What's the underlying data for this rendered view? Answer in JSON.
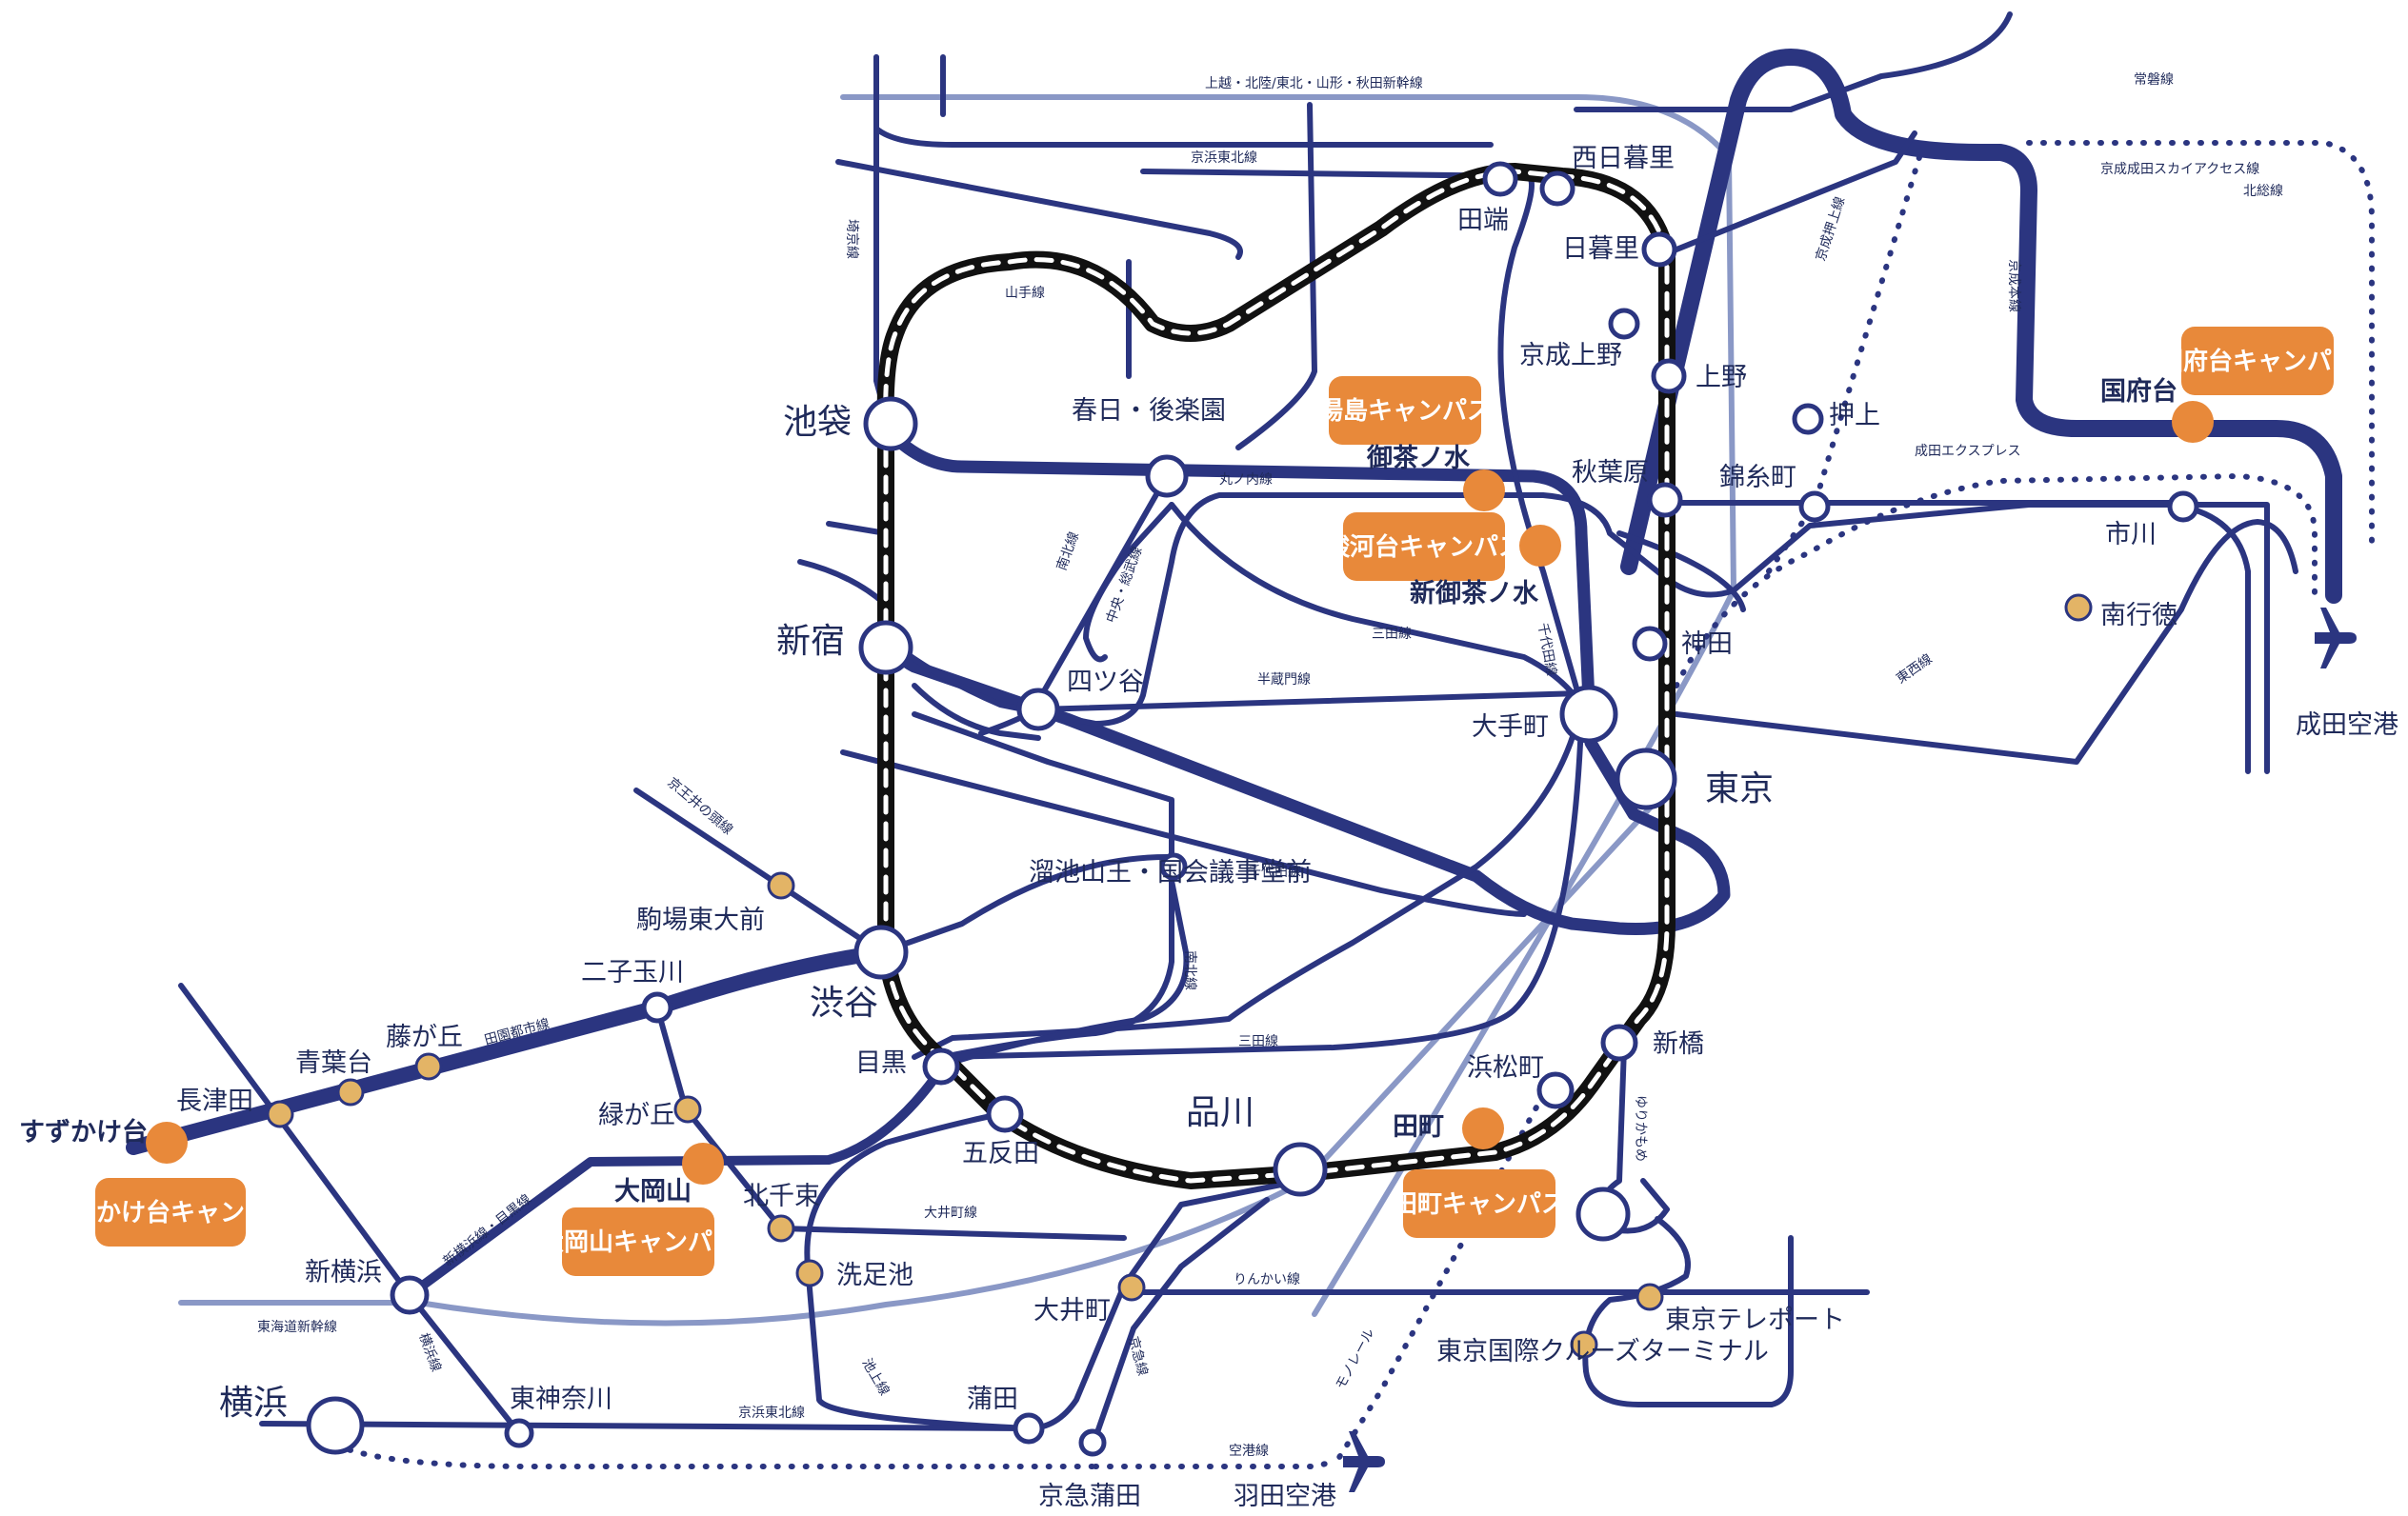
{
  "title": "",
  "colors": {
    "line": "#2b3580",
    "line_light": "#8a98c6",
    "yamanote": "#111111",
    "campus": "#e8893a",
    "keikyu_station": "#e3b466"
  },
  "stations": {
    "ikebukuro": "池袋",
    "shinjuku": "新宿",
    "shibuya": "渋谷",
    "shinagawa": "品川",
    "yokohama": "横浜",
    "tokyo": "東京",
    "nishi_nippori": "西日暮里",
    "tabata": "田端",
    "nippori": "日暮里",
    "keisei_ueno": "京成上野",
    "ueno": "上野",
    "kasuga": "春日・後楽園",
    "ochanomizu": "御茶ノ水",
    "shin_ochanomizu": "新御茶ノ水",
    "akihabara": "秋葉原",
    "kinshicho": "錦糸町",
    "oshiage": "押上",
    "kanda": "神田",
    "otemachi": "大手町",
    "yotsuya": "四ツ谷",
    "tameike": "溜池山王・国会議事堂前",
    "komaba": "駒場東大前",
    "futako": "二子玉川",
    "fujigaoka": "藤が丘",
    "aobadai": "青葉台",
    "nagatsuta": "長津田",
    "suzukakedai": "すずかけ台",
    "midorigaoka": "緑が丘",
    "ookayama": "大岡山",
    "meguro": "目黒",
    "gotanda": "五反田",
    "kitasenzoku": "北千束",
    "senzokuike": "洗足池",
    "oimachi": "大井町",
    "kamata": "蒲田",
    "keikyu_kamata": "京急蒲田",
    "shin_yokohama": "新横浜",
    "higashi_kanagawa": "東神奈川",
    "hamamatsucho": "浜松町",
    "shimbashi": "新橋",
    "tamachi": "田町",
    "ichikawa": "市川",
    "konodai": "国府台",
    "gyotoku": "南行徳",
    "teleport": "東京テレポート",
    "cruise": "東京国際クルーズターミナル",
    "narita": "成田空港",
    "haneda": "羽田空港"
  },
  "campuses": {
    "yushima": "湯島キャンパス",
    "surugadai": "駿河台キャンパス",
    "konodai": "国府台キャンパス",
    "tamachi": "田町キャンパス",
    "ookayama": "大岡山キャンパス",
    "suzukakedai": "すずかけ台キャンパス"
  },
  "lines": {
    "shinkansen_north": "上越・北陸/東北・山形・秋田新幹線",
    "joban": "常磐線",
    "keihin_tohoku_n": "京浜東北線",
    "saikyo": "埼京線",
    "yamanote": "山手線",
    "marunouchi": "丸ノ内線",
    "namboku": "南北線",
    "chuo_sobu": "中央・総武線",
    "mita": "三田線",
    "chiyoda": "千代田線",
    "hanzomon": "半蔵門線",
    "keio_inokashira": "京王井の頭線",
    "denentoshi": "田園都市線",
    "oimachi": "大井町線",
    "rinkai": "りんかい線",
    "tokaido_shinkansen": "東海道新幹線",
    "shinyokohama_meguro": "新横浜線・目黒線",
    "yokohama": "横浜線",
    "keihin_tohoku_s": "京浜東北線",
    "ikegami": "池上線",
    "keikyu": "京急線",
    "monorail": "モノレール",
    "airport": "空港線",
    "yurikamome": "ゆりかもめ",
    "keisei_oshiage": "京成押上線",
    "keisei_main": "京成本線",
    "narita_express": "成田エクスプレス",
    "tozai": "東西線",
    "skyaccess": "京成成田スカイアクセス線",
    "hokuso": "北総線"
  }
}
